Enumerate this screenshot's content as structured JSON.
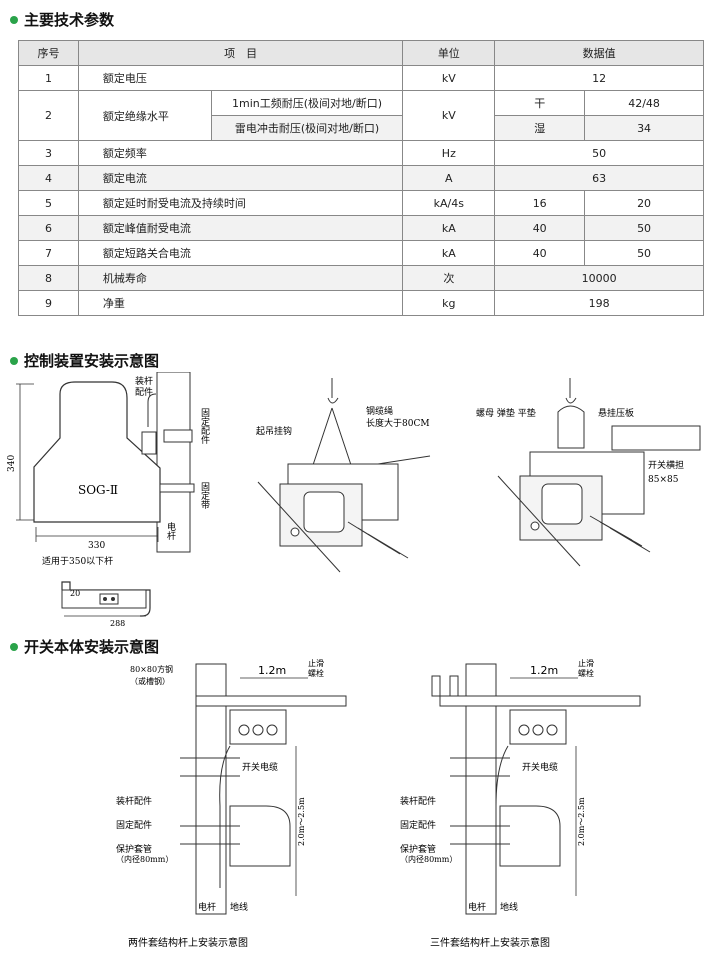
{
  "sections": {
    "params_title": "主要技术参数",
    "control_title": "控制装置安装示意图",
    "switch_title": "开关本体安装示意图"
  },
  "table": {
    "headers": [
      "序号",
      "项　目",
      "单位",
      "数据值"
    ],
    "rows": [
      {
        "no": "1",
        "item": "额定电压",
        "unit": "kV",
        "value": "12"
      },
      {
        "no": "2",
        "item": "额定绝缘水平",
        "sub1": "1min工频耐压(极间对地/断口)",
        "sub2": "雷电冲击耐压(极间对地/断口)",
        "unit": "kV",
        "dry_label": "干",
        "dry_value": "42/48",
        "wet_label": "湿",
        "wet_value": "34"
      },
      {
        "no": "3",
        "item": "额定频率",
        "unit": "Hz",
        "value": "50"
      },
      {
        "no": "4",
        "item": "额定电流",
        "unit": "A",
        "value": "63"
      },
      {
        "no": "5",
        "item": "额定延时耐受电流及持续时间",
        "unit": "kA/4s",
        "v1": "16",
        "v2": "20"
      },
      {
        "no": "6",
        "item": "额定峰值耐受电流",
        "unit": "kA",
        "v1": "40",
        "v2": "50"
      },
      {
        "no": "7",
        "item": "额定短路关合电流",
        "unit": "kA",
        "v1": "40",
        "v2": "50"
      },
      {
        "no": "8",
        "item": "机械寿命",
        "unit": "次",
        "value": "10000"
      },
      {
        "no": "9",
        "item": "净重",
        "unit": "kg",
        "value": "198"
      }
    ]
  },
  "control_diagram": {
    "label_model": "SOG-Ⅱ",
    "dim_height": "340",
    "dim_width": "330",
    "dim_bracket_w": "288",
    "dim_bracket_h": "20",
    "note_pole": "适用于350以下杆",
    "label_fitting_1": "装杆",
    "label_fitting_2": "配件",
    "label_fix_fitting": "固定配件",
    "label_fix_strap": "固定带",
    "label_pole": "电杆"
  },
  "lift_diagram": {
    "label_hook": "起吊挂钩",
    "label_rope_1": "钢缆绳",
    "label_rope_2": "长度大于80CM",
    "label_nut": "螺母 弹垫 平垫",
    "label_plate": "悬挂压板",
    "label_beam": "开关横担",
    "label_beam_size": "85×85"
  },
  "switch_left": {
    "label_steel_1": "80×80方钢",
    "label_steel_2": "（或槽钢）",
    "label_dim": "1.2m",
    "label_bolt_1": "止滑",
    "label_bolt_2": "螺栓",
    "label_cable": "开关电缆",
    "label_fitting": "装杆配件",
    "label_fix": "固定配件",
    "label_sleeve_1": "保护套管",
    "label_sleeve_2": "（内径80mm）",
    "label_height": "2.0m～2.5m",
    "label_pole": "电杆",
    "label_ground": "地线",
    "caption": "两件套结构杆上安装示意图"
  },
  "switch_right": {
    "label_dim": "1.2m",
    "label_bolt_1": "止滑",
    "label_bolt_2": "螺栓",
    "label_cable": "开关电缆",
    "label_fitting": "装杆配件",
    "label_fix": "固定配件",
    "label_sleeve_1": "保护套管",
    "label_sleeve_2": "（内径80mm）",
    "label_height": "2.0m～2.5m",
    "label_pole": "电杆",
    "label_ground": "地线",
    "caption": "三件套结构杆上安装示意图"
  }
}
